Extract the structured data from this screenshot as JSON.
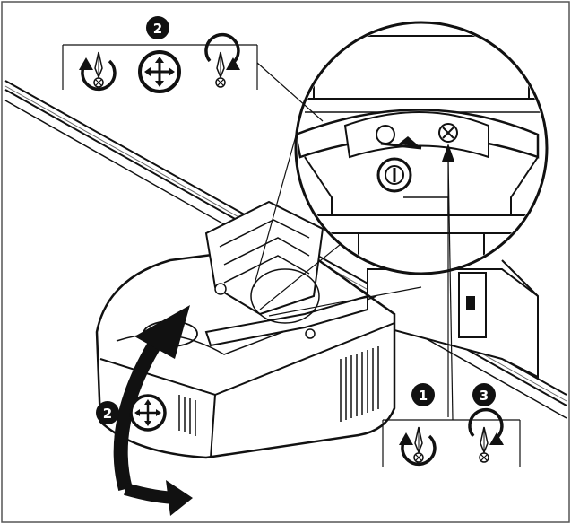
{
  "steps": {
    "top_badge": "2",
    "left_badge": "2",
    "bottom_left_badge": "1",
    "bottom_right_badge": "3"
  },
  "colors": {
    "ink": "#111111",
    "paper": "#ffffff",
    "frame": "#555555"
  }
}
